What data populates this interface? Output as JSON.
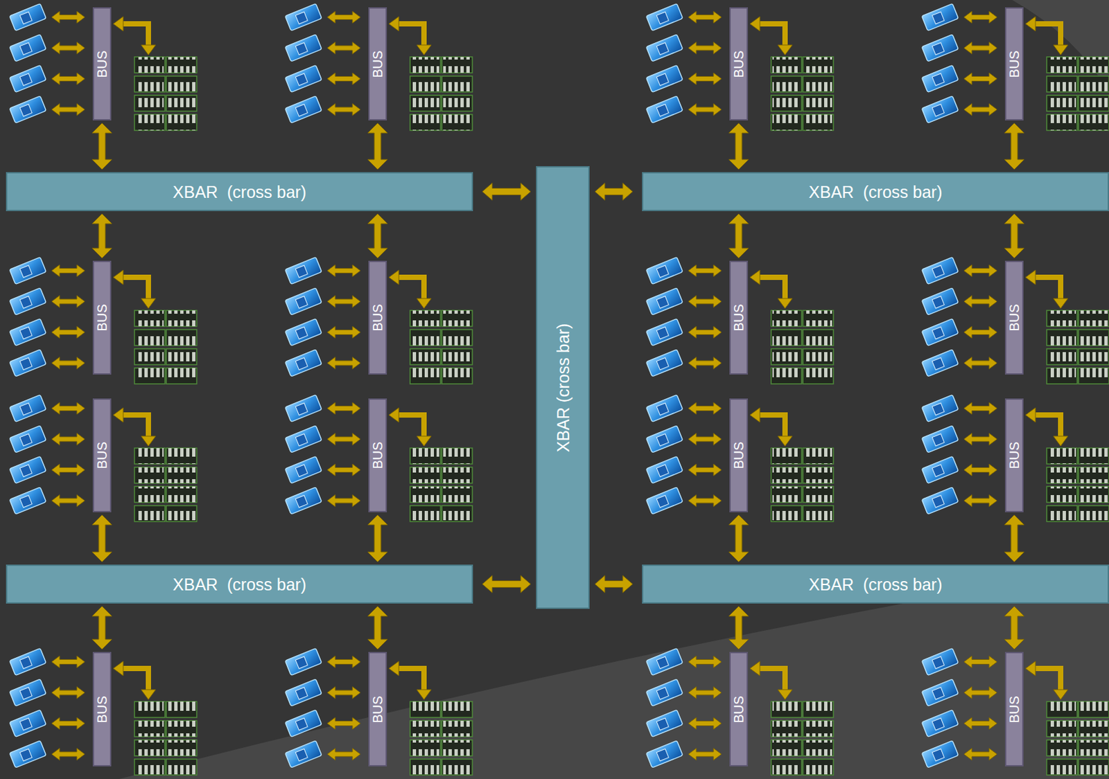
{
  "diagram": {
    "nodes": [
      {
        "text": [
          "BUS"
        ]
      },
      {
        "text": [
          "BUS"
        ]
      },
      {
        "text": [
          "BUS"
        ]
      },
      {
        "text": [
          "BUS"
        ]
      },
      {
        "text": [
          "XBAR  (cross bar)"
        ]
      },
      {
        "text": [
          "XBAR (cross bar)"
        ]
      },
      {
        "text": [
          "XBAR  (cross bar)"
        ]
      },
      {
        "text": [
          "BUS"
        ]
      },
      {
        "text": [
          "BUS"
        ]
      },
      {
        "text": [
          "BUS"
        ]
      },
      {
        "text": [
          "BUS"
        ]
      },
      {
        "text": [
          "BUS"
        ]
      },
      {
        "text": [
          "BUS"
        ]
      },
      {
        "text": [
          "BUS"
        ]
      },
      {
        "text": [
          "BUS"
        ]
      },
      {
        "text": [
          "XBAR  (cross bar)"
        ]
      },
      {
        "text": [
          "XBAR  (cross bar)"
        ]
      },
      {
        "text": [
          "BUS"
        ]
      },
      {
        "text": [
          "BUS"
        ]
      },
      {
        "text": [
          "BUS"
        ]
      },
      {
        "text": [
          "BUS"
        ]
      }
    ],
    "edges": [
      {
        "from": 0,
        "to": 4,
        "arrow": "both"
      },
      {
        "from": 1,
        "to": 4,
        "arrow": "both"
      },
      {
        "from": 2,
        "to": 6,
        "arrow": "both"
      },
      {
        "from": 3,
        "to": 6,
        "arrow": "both"
      },
      {
        "from": 7,
        "to": 4,
        "arrow": "both"
      },
      {
        "from": 8,
        "to": 4,
        "arrow": "both"
      },
      {
        "from": 9,
        "to": 6,
        "arrow": "both"
      },
      {
        "from": 10,
        "to": 6,
        "arrow": "both"
      },
      {
        "from": 11,
        "to": 15,
        "arrow": "both"
      },
      {
        "from": 12,
        "to": 15,
        "arrow": "both"
      },
      {
        "from": 13,
        "to": 16,
        "arrow": "both"
      },
      {
        "from": 14,
        "to": 16,
        "arrow": "both"
      },
      {
        "from": 17,
        "to": 15,
        "arrow": "both"
      },
      {
        "from": 18,
        "to": 15,
        "arrow": "both"
      },
      {
        "from": 19,
        "to": 16,
        "arrow": "both"
      },
      {
        "from": 20,
        "to": 16,
        "arrow": "both"
      },
      {
        "from": 4,
        "to": 5,
        "arrow": "both"
      },
      {
        "from": 6,
        "to": 5,
        "arrow": "both"
      },
      {
        "from": 15,
        "to": 5,
        "arrow": "both"
      },
      {
        "from": 16,
        "to": 5,
        "arrow": "both"
      }
    ]
  }
}
